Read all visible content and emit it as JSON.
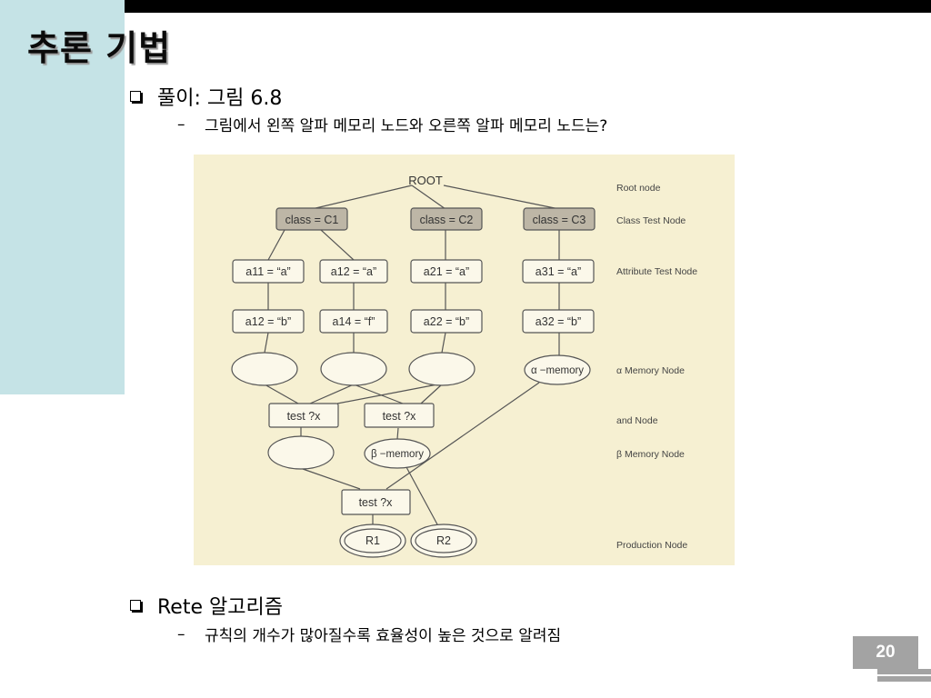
{
  "title": "추론 기법",
  "bullets": [
    {
      "text": "풀이: 그림 6.8",
      "sub": "그림에서 왼쪽 알파 메모리 노드와 오른쪽 알파 메모리 노드는?"
    },
    {
      "text": "Rete 알고리즘",
      "sub": "규칙의 개수가 많아질수록 효율성이 높은 것으로 알려짐"
    }
  ],
  "page_number": "20",
  "diagram": {
    "nodes": {
      "root": "ROOT",
      "class_c1": "class = C1",
      "class_c2": "class = C2",
      "class_c3": "class = C3",
      "a11": "a11 = “a”",
      "a12_left": "a12 = “a”",
      "a21": "a21 = “a”",
      "a31": "a31 = “a”",
      "a12_b": "a12 = “b”",
      "a14": "a14 = “f”",
      "a22": "a22 = “b”",
      "a32": "a32 = “b”",
      "alpha_memory": "α −memory",
      "test1": "test ?x",
      "test2": "test ?x",
      "beta_memory": "β −memory",
      "test3": "test ?x",
      "r1": "R1",
      "r2": "R2"
    },
    "legend": {
      "root_node": "Root node",
      "class_test_node": "Class Test Node",
      "attribute_test_node": "Attribute Test Node",
      "alpha_memory_node": "α  Memory Node",
      "and_node": "and Node",
      "beta_memory_node": "β  Memory Node",
      "production_node": "Production Node"
    }
  }
}
